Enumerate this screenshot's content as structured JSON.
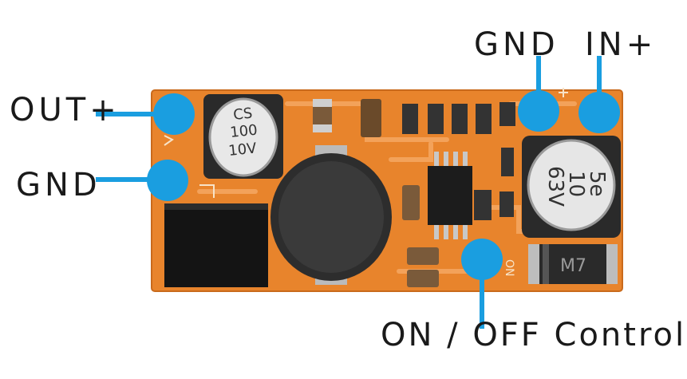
{
  "labels": {
    "out_plus": "OUT+",
    "gnd_left": "GND",
    "gnd_top": "GND",
    "in_plus": "IN+",
    "on_off": "ON / OFF Control"
  },
  "components": {
    "cap_left": [
      "CS",
      "100",
      "10V"
    ],
    "cap_right": [
      "5e",
      "10",
      "63V"
    ],
    "diode": "M7"
  },
  "colors": {
    "pcb": "#e8842c",
    "pin_marker": "#1a9ee0",
    "component_dark": "#2a2a2a"
  }
}
